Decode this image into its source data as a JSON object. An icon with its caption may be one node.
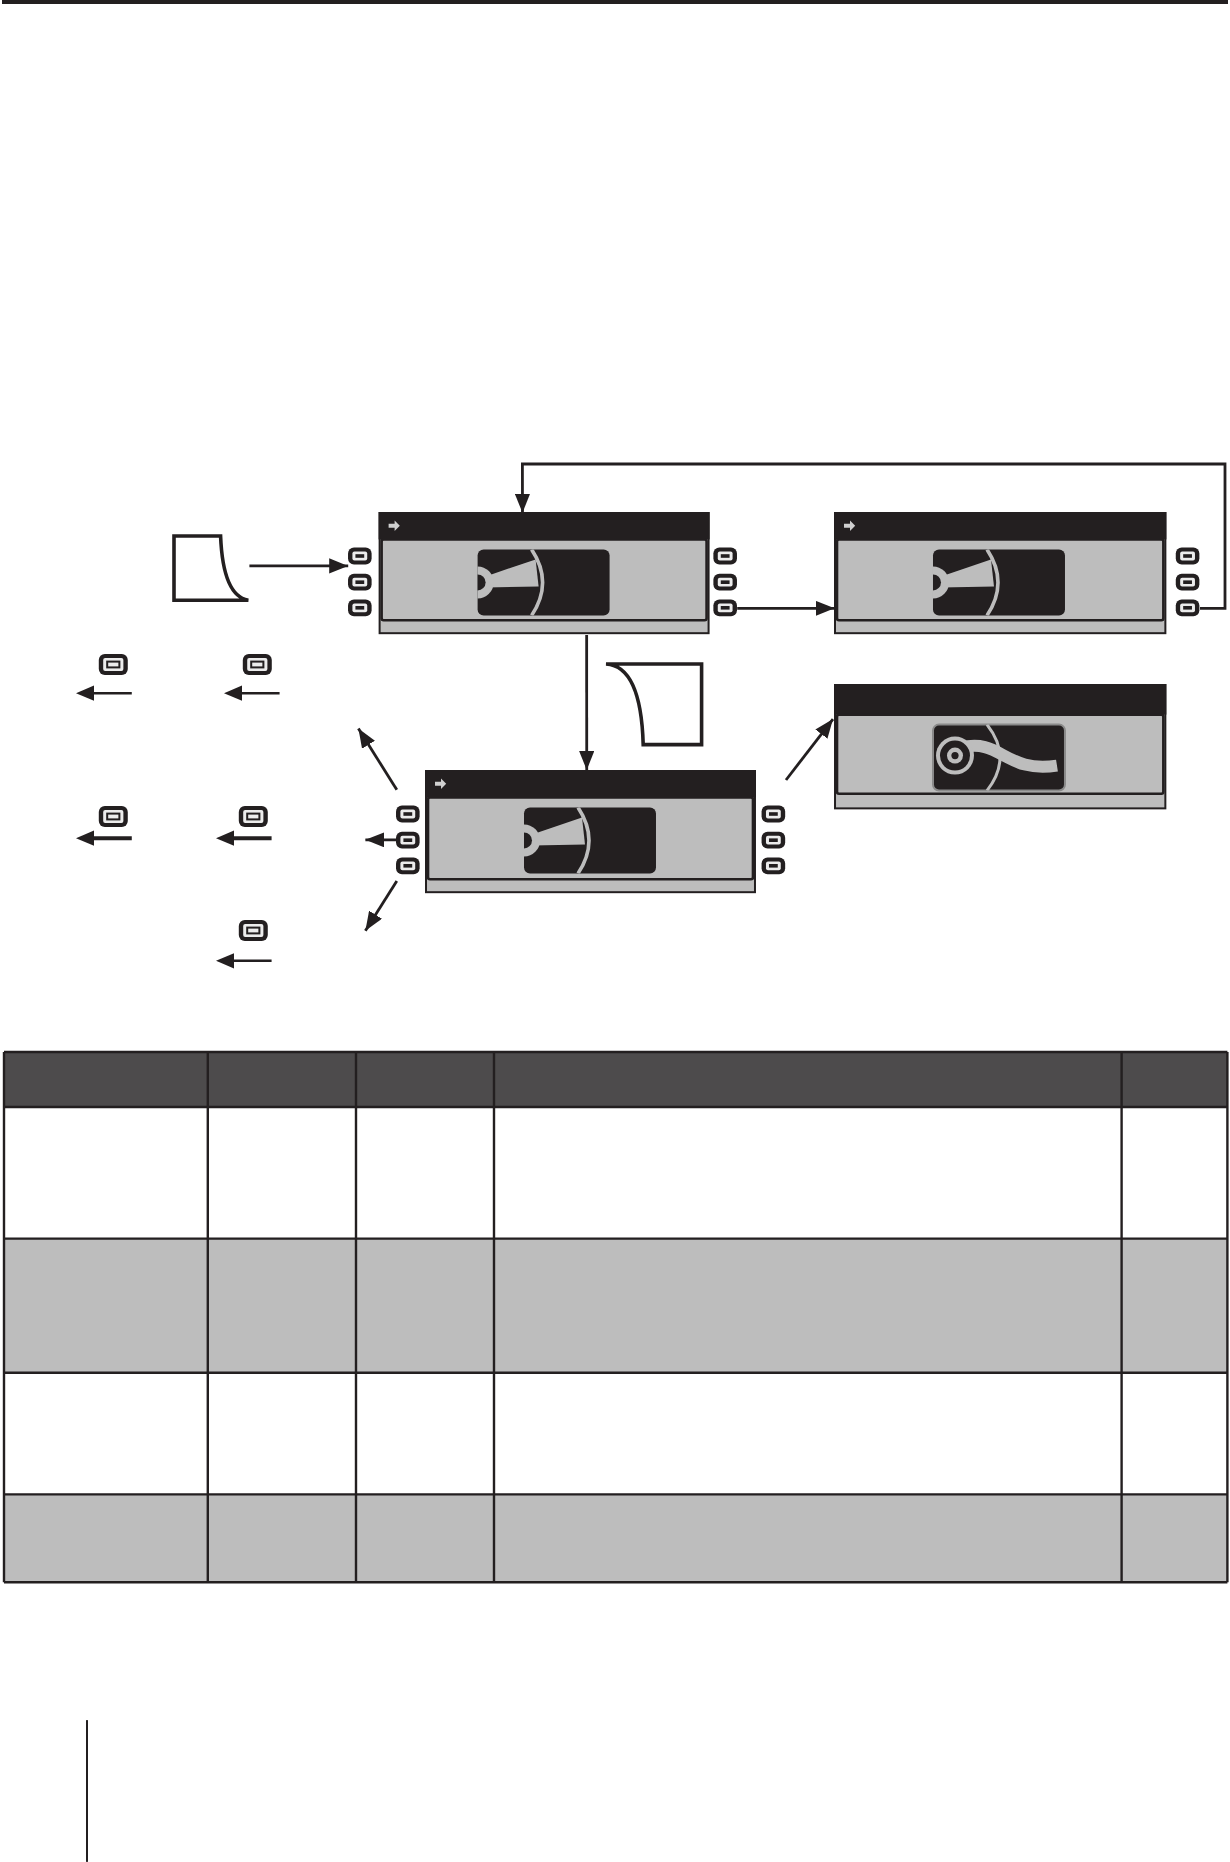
{
  "diagram": {
    "nodes": [
      {
        "text": [],
        "shape": "card"
      },
      {
        "text": [],
        "shape": "screen"
      },
      {
        "text": [],
        "shape": "screen"
      },
      {
        "text": [],
        "shape": "card"
      },
      {
        "text": [],
        "shape": "screen"
      },
      {
        "text": [],
        "shape": "screen"
      }
    ],
    "edges": [
      {
        "from": 0,
        "to": 1,
        "arrow": "to"
      },
      {
        "from": 1,
        "to": 2,
        "arrow": "to"
      },
      {
        "from": 2,
        "to": 1,
        "arrow": "to"
      },
      {
        "from": 1,
        "to": 5,
        "arrow": "to"
      },
      {
        "from": 5,
        "to": 4,
        "arrow": "to"
      },
      {
        "from": 5,
        "to": null,
        "arrow": "to"
      },
      {
        "from": 5,
        "to": null,
        "arrow": "to"
      },
      {
        "from": 5,
        "to": null,
        "arrow": "to"
      }
    ]
  }
}
